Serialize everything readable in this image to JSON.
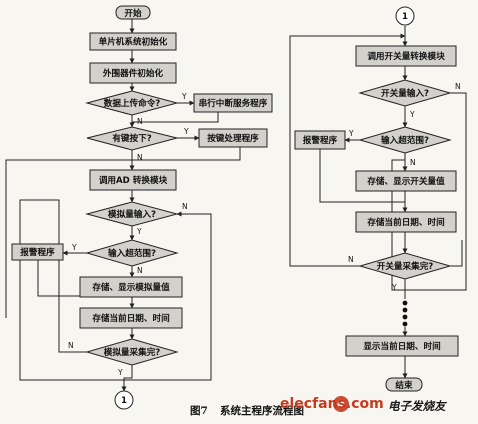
{
  "left": {
    "start": "开始",
    "mcu_init": "单片机系统初始化",
    "peripheral_init": "外围器件初始化",
    "upload_cmd_q": "数据上传命令?",
    "serial_isr": "串行中断服务程序",
    "key_pressed_q": "有键按下?",
    "key_handler": "按键处理程序",
    "call_ad": "调用AD 转换模块",
    "analog_input_q": "模拟量输入?",
    "alarm": "报警程序",
    "range_q": "输入超范围?",
    "store_analog": "存储、显示模拟量值",
    "store_datetime": "存储当前日期、时间",
    "analog_done_q": "模拟量采集完?",
    "connector": "1"
  },
  "right": {
    "connector": "1",
    "call_switch": "调用开关量转换模块",
    "switch_input_q": "开关量输入?",
    "range_q": "输入超范围?",
    "alarm": "报警程序",
    "store_switch": "存储、显示开关量值",
    "store_datetime": "存储当前日期、时间",
    "switch_done_q": "开关量采集完?",
    "show_datetime": "显示当前日期、时间",
    "end": "结束"
  },
  "labels": {
    "yes": "Y",
    "no": "N"
  },
  "caption": {
    "figure": "图7",
    "title": "系统主程序流程图"
  },
  "watermark": {
    "logo": "elecfans.com",
    "cn": "电子发烧友"
  },
  "colors": {
    "box_fill": "#d2d1cc",
    "line": "#222222",
    "watermark_red": "#c63a1e"
  }
}
